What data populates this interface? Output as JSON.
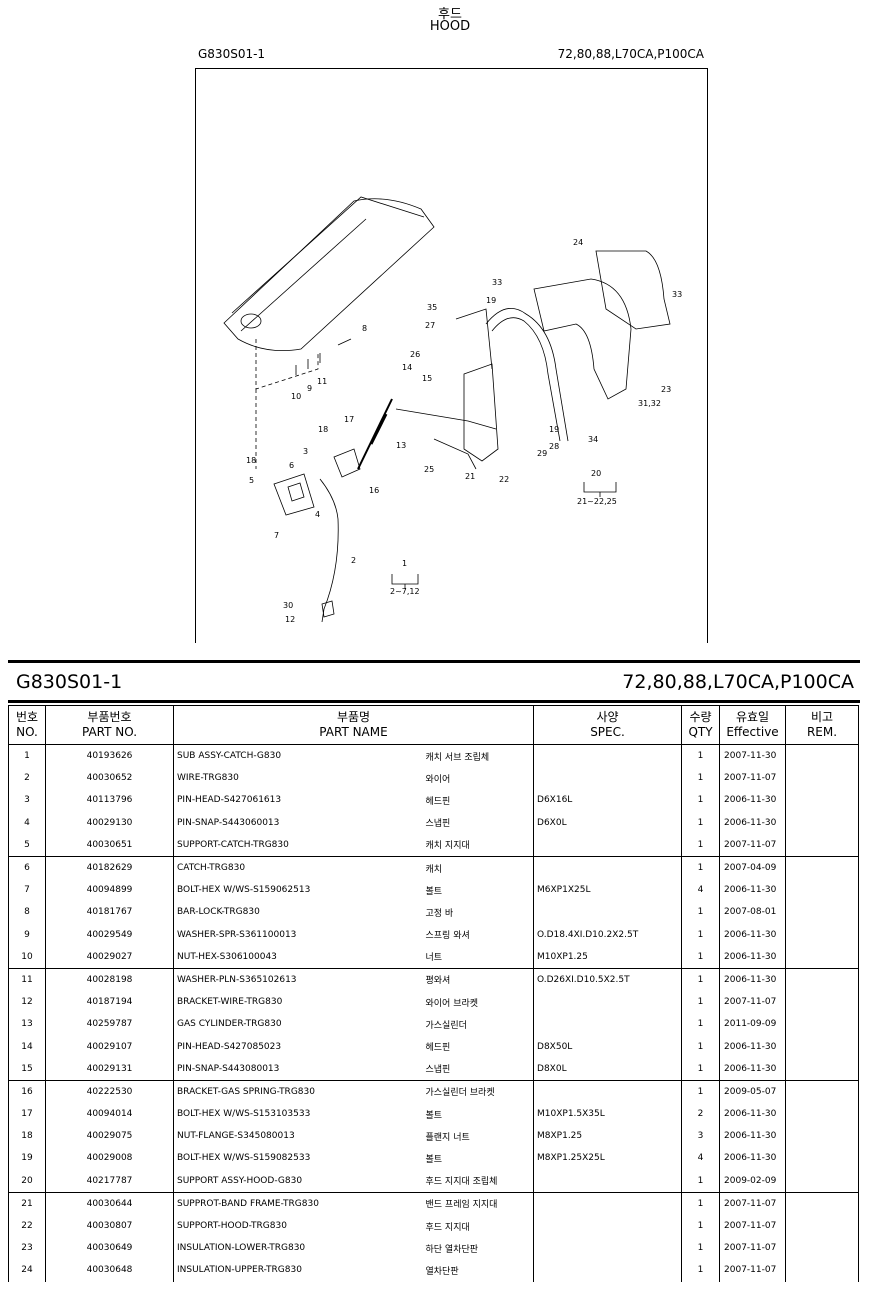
{
  "page": {
    "title_ko": "후드",
    "title_en": "HOOD",
    "code": "G830S01-1",
    "models": "72,80,88,L70CA,P100CA"
  },
  "figure": {
    "callouts": [
      "24",
      "33",
      "33",
      "19",
      "35",
      "27",
      "26",
      "14",
      "15",
      "8",
      "10",
      "9",
      "11",
      "17",
      "18",
      "3",
      "13",
      "16",
      "18",
      "6",
      "5",
      "4",
      "7",
      "2",
      "30",
      "12",
      "25",
      "21",
      "22",
      "19",
      "28",
      "29",
      "34",
      "23",
      "31,32",
      "20",
      "21~22,25",
      "1",
      "2~7,12"
    ]
  },
  "table": {
    "headers": {
      "no_ko": "번호",
      "no_en": "NO.",
      "partno_ko": "부품번호",
      "partno_en": "PART NO.",
      "partname_ko": "부품명",
      "partname_en": "PART NAME",
      "spec_ko": "사양",
      "spec_en": "SPEC.",
      "qty_ko": "수량",
      "qty_en": "QTY",
      "eff_ko": "유효일",
      "eff_en": "Effective",
      "rem_ko": "비고",
      "rem_en": "REM."
    },
    "rows": [
      {
        "no": "1",
        "part_no": "40193626",
        "name": "SUB ASSY-CATCH-G830",
        "name_ko": "캐치 서브 조립체",
        "spec": "",
        "qty": "1",
        "eff": "2007-11-30"
      },
      {
        "no": "2",
        "part_no": "40030652",
        "name": "WIRE-TRG830",
        "name_ko": "와이어",
        "spec": "",
        "qty": "1",
        "eff": "2007-11-07"
      },
      {
        "no": "3",
        "part_no": "40113796",
        "name": "PIN-HEAD-S427061613",
        "name_ko": "헤드핀",
        "spec": "D6X16L",
        "qty": "1",
        "eff": "2006-11-30"
      },
      {
        "no": "4",
        "part_no": "40029130",
        "name": "PIN-SNAP-S443060013",
        "name_ko": "스냅핀",
        "spec": "D6X0L",
        "qty": "1",
        "eff": "2006-11-30"
      },
      {
        "no": "5",
        "part_no": "40030651",
        "name": "SUPPORT-CATCH-TRG830",
        "name_ko": "캐치 지지대",
        "spec": "",
        "qty": "1",
        "eff": "2007-11-07"
      },
      {
        "no": "6",
        "part_no": "40182629",
        "name": "CATCH-TRG830",
        "name_ko": "캐치",
        "spec": "",
        "qty": "1",
        "eff": "2007-04-09"
      },
      {
        "no": "7",
        "part_no": "40094899",
        "name": "BOLT-HEX W/WS-S159062513",
        "name_ko": "볼트",
        "spec": "M6XP1X25L",
        "qty": "4",
        "eff": "2006-11-30"
      },
      {
        "no": "8",
        "part_no": "40181767",
        "name": "BAR-LOCK-TRG830",
        "name_ko": "고정 바",
        "spec": "",
        "qty": "1",
        "eff": "2007-08-01"
      },
      {
        "no": "9",
        "part_no": "40029549",
        "name": "WASHER-SPR-S361100013",
        "name_ko": "스프링 와셔",
        "spec": "O.D18.4XI.D10.2X2.5T",
        "qty": "1",
        "eff": "2006-11-30"
      },
      {
        "no": "10",
        "part_no": "40029027",
        "name": "NUT-HEX-S306100043",
        "name_ko": "너트",
        "spec": "M10XP1.25",
        "qty": "1",
        "eff": "2006-11-30"
      },
      {
        "no": "11",
        "part_no": "40028198",
        "name": "WASHER-PLN-S365102613",
        "name_ko": "평와셔",
        "spec": "O.D26XI.D10.5X2.5T",
        "qty": "1",
        "eff": "2006-11-30"
      },
      {
        "no": "12",
        "part_no": "40187194",
        "name": "BRACKET-WIRE-TRG830",
        "name_ko": "와이어 브라켓",
        "spec": "",
        "qty": "1",
        "eff": "2007-11-07"
      },
      {
        "no": "13",
        "part_no": "40259787",
        "name": "GAS CYLINDER-TRG830",
        "name_ko": "가스실린더",
        "spec": "",
        "qty": "1",
        "eff": "2011-09-09"
      },
      {
        "no": "14",
        "part_no": "40029107",
        "name": "PIN-HEAD-S427085023",
        "name_ko": "헤드핀",
        "spec": "D8X50L",
        "qty": "1",
        "eff": "2006-11-30"
      },
      {
        "no": "15",
        "part_no": "40029131",
        "name": "PIN-SNAP-S443080013",
        "name_ko": "스냅핀",
        "spec": "D8X0L",
        "qty": "1",
        "eff": "2006-11-30"
      },
      {
        "no": "16",
        "part_no": "40222530",
        "name": "BRACKET-GAS SPRING-TRG830",
        "name_ko": "가스실린더 브라켓",
        "spec": "",
        "qty": "1",
        "eff": "2009-05-07"
      },
      {
        "no": "17",
        "part_no": "40094014",
        "name": "BOLT-HEX W/WS-S153103533",
        "name_ko": "볼트",
        "spec": "M10XP1.5X35L",
        "qty": "2",
        "eff": "2006-11-30"
      },
      {
        "no": "18",
        "part_no": "40029075",
        "name": "NUT-FLANGE-S345080013",
        "name_ko": "플랜지 너트",
        "spec": "M8XP1.25",
        "qty": "3",
        "eff": "2006-11-30"
      },
      {
        "no": "19",
        "part_no": "40029008",
        "name": "BOLT-HEX W/WS-S159082533",
        "name_ko": "볼트",
        "spec": "M8XP1.25X25L",
        "qty": "4",
        "eff": "2006-11-30"
      },
      {
        "no": "20",
        "part_no": "40217787",
        "name": "SUPPORT ASSY-HOOD-G830",
        "name_ko": "후드 지지대 조립체",
        "spec": "",
        "qty": "1",
        "eff": "2009-02-09"
      },
      {
        "no": "21",
        "part_no": "40030644",
        "name": "SUPPROT-BAND FRAME-TRG830",
        "name_ko": "밴드 프레임 지지대",
        "spec": "",
        "qty": "1",
        "eff": "2007-11-07"
      },
      {
        "no": "22",
        "part_no": "40030807",
        "name": "SUPPORT-HOOD-TRG830",
        "name_ko": "후드 지지대",
        "spec": "",
        "qty": "1",
        "eff": "2007-11-07"
      },
      {
        "no": "23",
        "part_no": "40030649",
        "name": "INSULATION-LOWER-TRG830",
        "name_ko": "하단 열차단판",
        "spec": "",
        "qty": "1",
        "eff": "2007-11-07"
      },
      {
        "no": "24",
        "part_no": "40030648",
        "name": "INSULATION-UPPER-TRG830",
        "name_ko": "열차단판",
        "spec": "",
        "qty": "1",
        "eff": "2007-11-07"
      }
    ]
  }
}
